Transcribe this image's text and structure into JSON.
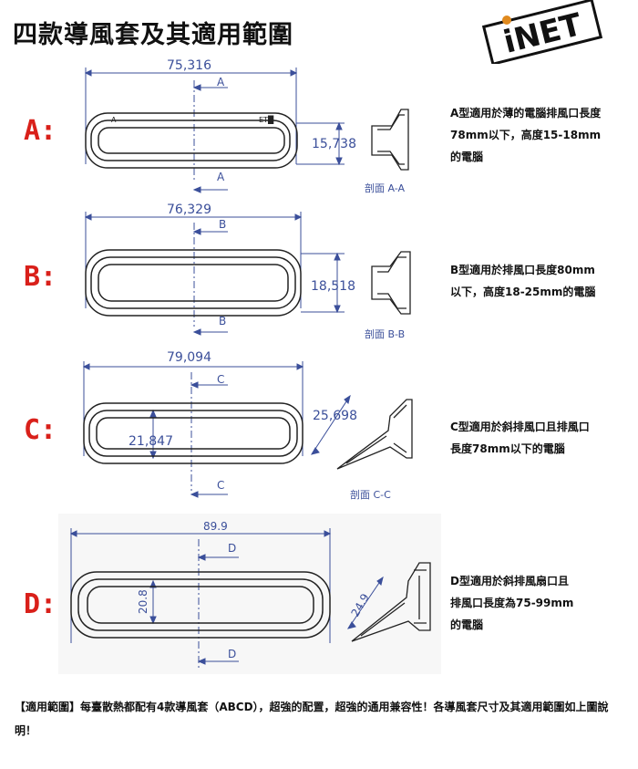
{
  "title": "四款導風套及其適用範圍",
  "logo_text": "iNET",
  "panels": [
    {
      "letter": "A:",
      "width_dim": "75,316",
      "height_dim": "15,738",
      "section_marker": "A",
      "small_label_left": "A",
      "small_label_right": "ET█",
      "section_caption": "剖面 A-A",
      "desc": [
        "A型適用於薄的電腦排風口長度",
        "78mm以下，高度15-18mm",
        "的電腦"
      ]
    },
    {
      "letter": "B:",
      "width_dim": "76,329",
      "height_dim": "18,518",
      "section_marker": "B",
      "small_label_left": "",
      "small_label_right": "",
      "section_caption": "剖面 B-B",
      "desc": [
        "B型適用於排風口長度80mm",
        "以下，高度18-25mm的電腦"
      ]
    },
    {
      "letter": "C:",
      "width_dim": "79,094",
      "height_dim": "21,847",
      "angle_dim": "25,698",
      "section_marker": "C",
      "small_label_left": "",
      "small_label_right": "",
      "section_caption": "剖面 C-C",
      "desc": [
        "C型適用於斜排風口且排風口",
        "長度78mm以下的電腦"
      ]
    },
    {
      "letter": "D:",
      "width_dim": "89.9",
      "height_dim": "20.8",
      "angle_dim": "24.9",
      "section_marker": "D",
      "small_label_left": "",
      "small_label_right": "",
      "section_caption": "",
      "desc": [
        "D型適用於斜排風扇口且",
        "排風口長度為75-99mm",
        "的電腦"
      ]
    }
  ],
  "footer": "【適用範圍】每臺散熱都配有4款導風套（ABCD），超強的配置，超強的通用兼容性！各導風套尺寸及其適用範圍如上圖說明！",
  "colors": {
    "accent": "#d9201a",
    "line": "#3b4f9a",
    "outline": "#222222"
  }
}
